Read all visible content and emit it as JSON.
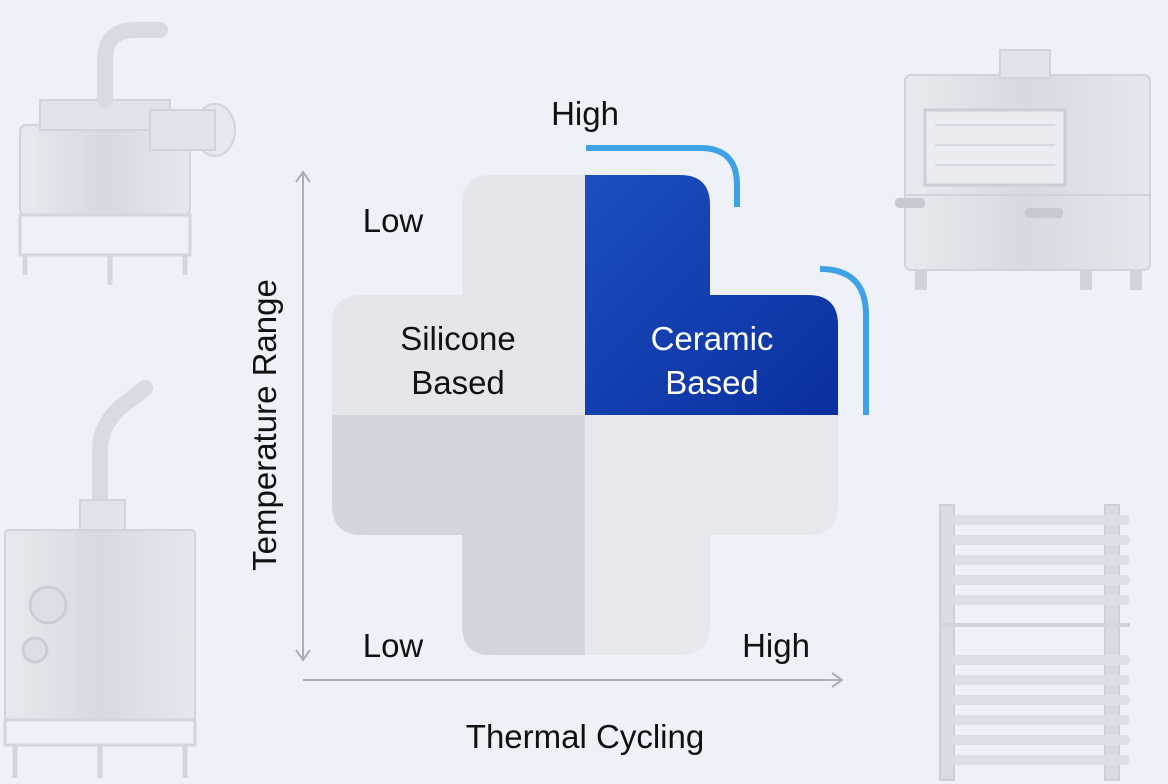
{
  "diagram": {
    "x_axis_title": "Thermal Cycling",
    "y_axis_title": "Temperature Range",
    "x_low": "Low",
    "x_high": "High",
    "y_low": "Low",
    "y_high": "High",
    "quadrant_top_left": {
      "line1": "Silicone",
      "line2": "Based"
    },
    "quadrant_top_right": {
      "line1": "Ceramic",
      "line2": "Based"
    }
  },
  "colors": {
    "background": "#eef1f7",
    "highlight_dark": "#0a2f9e",
    "highlight_light": "#1d4fbf",
    "accent_bracket": "#3fa2e6",
    "axis": "#a9b0bd",
    "quad_top_left": "#e4e6eb",
    "quad_bottom_left": "#d3d6dd",
    "quad_bottom_right": "#e6e8ed",
    "equipment": "#d8dbe1"
  },
  "icons": [
    "steam-generator-icon",
    "industrial-oven-icon",
    "boiler-tank-icon",
    "tube-heat-exchanger-icon"
  ]
}
